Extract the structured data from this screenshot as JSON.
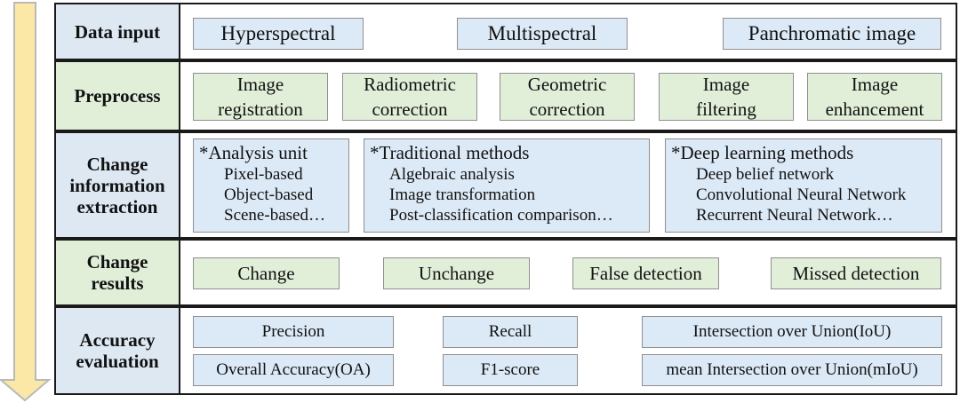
{
  "rows": [
    {
      "label": "Data input",
      "items": [
        "Hyperspectral",
        "Multispectral",
        "Panchromatic image"
      ]
    },
    {
      "label": "Preprocess",
      "items": [
        "Image\nregistration",
        "Radiometric\ncorrection",
        "Geometric\ncorrection",
        "Image\nfiltering",
        "Image\nenhancement"
      ]
    },
    {
      "label": "Change\ninformation\nextraction",
      "groups": [
        {
          "head": "*Analysis unit",
          "lines": [
            "Pixel-based",
            "Object-based",
            "Scene-based…"
          ]
        },
        {
          "head": "*Traditional methods",
          "lines": [
            "Algebraic analysis",
            "Image transformation",
            "Post-classification comparison…"
          ]
        },
        {
          "head": "*Deep learning methods",
          "lines": [
            "Deep belief network",
            "Convolutional Neural Network",
            "Recurrent Neural Network…"
          ]
        }
      ]
    },
    {
      "label": "Change\nresults",
      "items": [
        "Change",
        "Unchange",
        "False detection",
        "Missed detection"
      ]
    },
    {
      "label": "Accuracy\nevaluation",
      "items": [
        "Precision",
        "Recall",
        "Intersection over Union(IoU)",
        "Overall Accuracy(OA)",
        "F1-score",
        "mean Intersection over Union(mIoU)"
      ]
    }
  ],
  "colors": {
    "blue_fill": "#dce9f6",
    "green_fill": "#e1efd9",
    "arrow_fill": "#fbe7a6",
    "arrow_stroke": "#b9b9b9",
    "border": "#1a1a1a"
  }
}
